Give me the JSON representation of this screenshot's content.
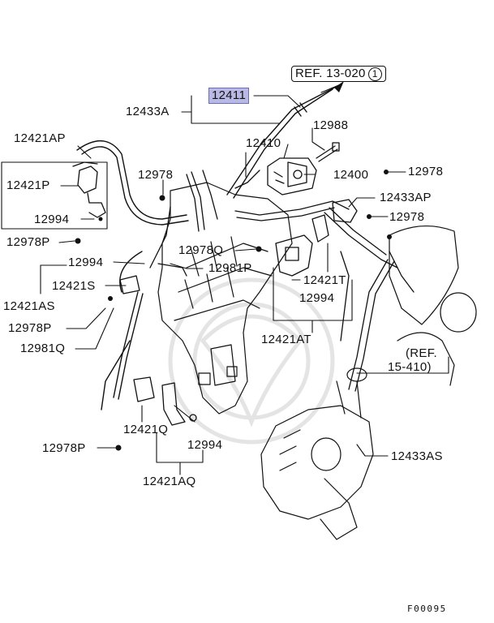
{
  "diagram": {
    "callouts": [
      {
        "id": "ref-13-020",
        "text": "REF. 13-020",
        "suffix": "1"
      },
      {
        "id": "12411",
        "text": "12411",
        "highlight": true
      },
      {
        "id": "12433A",
        "text": "12433A"
      },
      {
        "id": "12988",
        "text": "12988"
      },
      {
        "id": "12421AP",
        "text": "12421AP"
      },
      {
        "id": "12410",
        "text": "12410"
      },
      {
        "id": "12400",
        "text": "12400"
      },
      {
        "id": "12978-r1",
        "text": "12978"
      },
      {
        "id": "12978-l1",
        "text": "12978"
      },
      {
        "id": "12421P",
        "text": "12421P"
      },
      {
        "id": "12433AP",
        "text": "12433AP"
      },
      {
        "id": "12994-l1",
        "text": "12994"
      },
      {
        "id": "12978-r2",
        "text": "12978"
      },
      {
        "id": "12978P-1",
        "text": "12978P"
      },
      {
        "id": "12978Q",
        "text": "12978Q"
      },
      {
        "id": "12994-l2",
        "text": "12994"
      },
      {
        "id": "12981P",
        "text": "12981P"
      },
      {
        "id": "12421T",
        "text": "12421T"
      },
      {
        "id": "12421S",
        "text": "12421S"
      },
      {
        "id": "12421AS",
        "text": "12421AS"
      },
      {
        "id": "12994-m",
        "text": "12994"
      },
      {
        "id": "12978P-2",
        "text": "12978P"
      },
      {
        "id": "12421AT",
        "text": "12421AT"
      },
      {
        "id": "12981Q",
        "text": "12981Q"
      },
      {
        "id": "ref-15-410-a",
        "text": "(REF."
      },
      {
        "id": "ref-15-410-b",
        "text": "15-410)"
      },
      {
        "id": "12421Q",
        "text": "12421Q"
      },
      {
        "id": "12994-b",
        "text": "12994"
      },
      {
        "id": "12978P-3",
        "text": "12978P"
      },
      {
        "id": "12433AS",
        "text": "12433AS"
      },
      {
        "id": "12421AQ",
        "text": "12421AQ"
      }
    ],
    "figure_code": "F00095"
  },
  "colors": {
    "ink": "#111111",
    "highlight": "#b9b9e6",
    "watermark": "#e6e6e6"
  }
}
